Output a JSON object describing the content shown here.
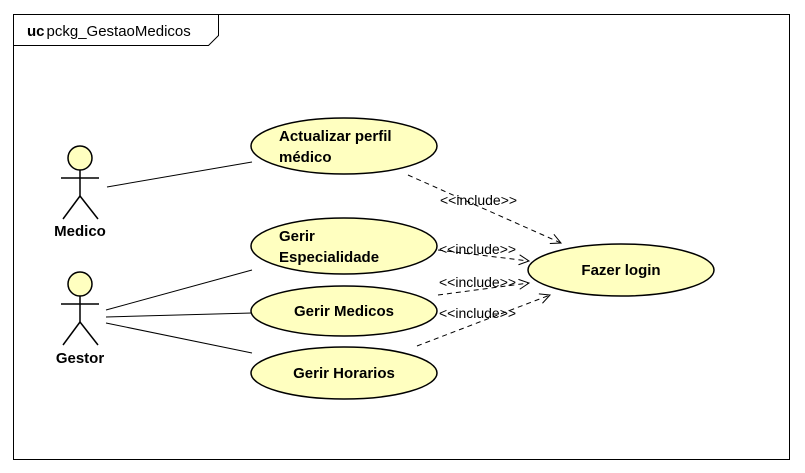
{
  "frame": {
    "keyword": "uc",
    "name": "pckg_GestaoMedicos"
  },
  "actors": {
    "medico": {
      "label": "Medico"
    },
    "gestor": {
      "label": "Gestor"
    }
  },
  "use_cases": {
    "actualizar": {
      "line1": "Actualizar perfil",
      "line2": "médico"
    },
    "especialidade": {
      "line1": "Gerir",
      "line2": "Especialidade"
    },
    "medicos": {
      "label": "Gerir Medicos"
    },
    "horarios": {
      "label": "Gerir Horarios"
    },
    "login": {
      "label": "Fazer login"
    }
  },
  "relations": {
    "include_label": "<<include>>",
    "includes": [
      {
        "from": "Actualizar perfil médico",
        "to": "Fazer login",
        "label": "<<include>>"
      },
      {
        "from": "Gerir Especialidade",
        "to": "Fazer login",
        "label": "<<include>>"
      },
      {
        "from": "Gerir Medicos",
        "to": "Fazer login",
        "label": "<<include>>"
      },
      {
        "from": "Gerir Horarios",
        "to": "Fazer login",
        "label": "<<include>>"
      }
    ],
    "associations": [
      {
        "actor": "Medico",
        "use_case": "Actualizar perfil médico"
      },
      {
        "actor": "Gestor",
        "use_case": "Gerir Especialidade"
      },
      {
        "actor": "Gestor",
        "use_case": "Gerir Medicos"
      },
      {
        "actor": "Gestor",
        "use_case": "Gerir Horarios"
      }
    ]
  },
  "colors": {
    "use_case_fill": "#ffffc0",
    "actor_fill": "#ffffc0",
    "stroke": "#000000"
  }
}
